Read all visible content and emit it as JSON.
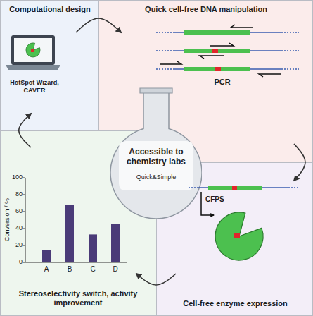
{
  "diagram": {
    "nodes": [
      {
        "text": [
          "Computational design",
          "HotSpot Wizard, CAVER"
        ]
      },
      {
        "text": [
          "Quick cell-free DNA manipulation",
          "PCR"
        ]
      },
      {
        "text": [
          "Cell-free enzyme expression",
          "CFPS"
        ]
      },
      {
        "text": [
          "Stereoselectivity switch, activity improvement"
        ]
      },
      {
        "text": [
          "Accessible to chemistry labs",
          "Quick&Simple"
        ]
      }
    ],
    "edges": [
      {
        "from": 0,
        "to": 1,
        "arrow": "to"
      },
      {
        "from": 1,
        "to": 2,
        "arrow": "to"
      },
      {
        "from": 2,
        "to": 3,
        "arrow": "to"
      },
      {
        "from": 3,
        "to": 0,
        "arrow": "to"
      }
    ],
    "labels": [
      "Conversion / %",
      "100",
      "80",
      "60",
      "40",
      "20",
      "0",
      "A",
      "B",
      "C",
      "D"
    ]
  }
}
